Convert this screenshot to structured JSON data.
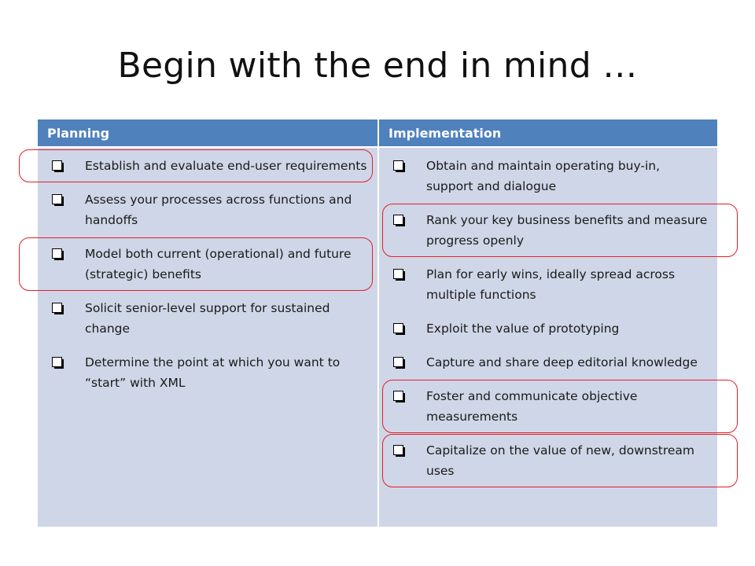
{
  "title": "Begin with the end in mind …",
  "table": {
    "headers": {
      "planning": "Planning",
      "implementation": "Implementation"
    },
    "planning": [
      {
        "text": "Establish and evaluate end-user requirements",
        "circled": true
      },
      {
        "text": "Assess your processes across functions and handoffs",
        "circled": false
      },
      {
        "text": "Model both current (operational) and future (strategic) benefits",
        "circled": true
      },
      {
        "text": "Solicit senior-level support for sustained change",
        "circled": false
      },
      {
        "text": "Determine the point at which you want to “start” with XML",
        "circled": false
      }
    ],
    "implementation": [
      {
        "text": "Obtain and maintain operating buy-in, support and dialogue",
        "circled": false
      },
      {
        "text": "Rank your key business benefits and measure progress openly",
        "circled": true
      },
      {
        "text": "Plan for early wins, ideally spread across multiple functions",
        "circled": false
      },
      {
        "text": "Exploit the value of prototyping",
        "circled": false
      },
      {
        "text": "Capture and share deep editorial knowledge",
        "circled": false
      },
      {
        "text": "Foster and communicate objective measurements",
        "circled": true
      },
      {
        "text": "Capitalize on the value of new, downstream uses",
        "circled": true
      }
    ]
  },
  "colors": {
    "header": "#4f81bd",
    "body": "#cfd6e7",
    "highlight": "#e0202a"
  },
  "icons": {
    "bullet": "checkbox-bullet-icon"
  }
}
